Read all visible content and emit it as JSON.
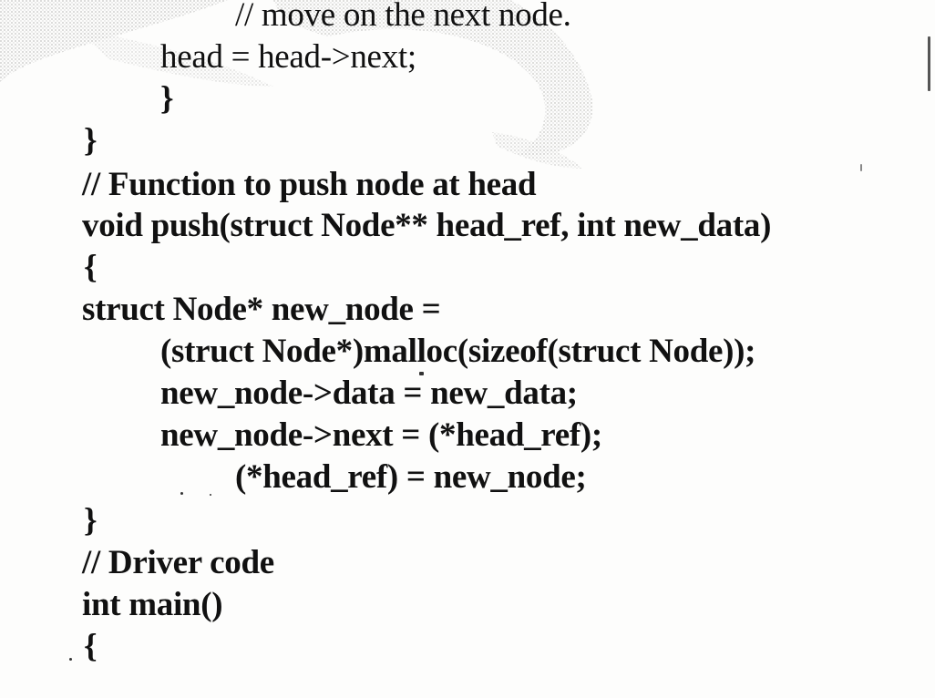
{
  "code_lines": [
    "// move on the next node.",
    "head = head->next;",
    "}",
    "}",
    "// Function to push node at head",
    "void push(struct Node** head_ref, int new_data)",
    "{",
    "struct Node* new_node =",
    "(struct Node*)malloc(sizeof(struct Node));",
    "new_node->data = new_data;",
    "new_node->next = (*head_ref);",
    "(*head_ref) = new_node;",
    "}",
    "// Driver code",
    "int main()",
    "{"
  ],
  "colors": {
    "text": "#111111",
    "watermark": "#c8c8c8",
    "page": "#fdfdfc"
  }
}
